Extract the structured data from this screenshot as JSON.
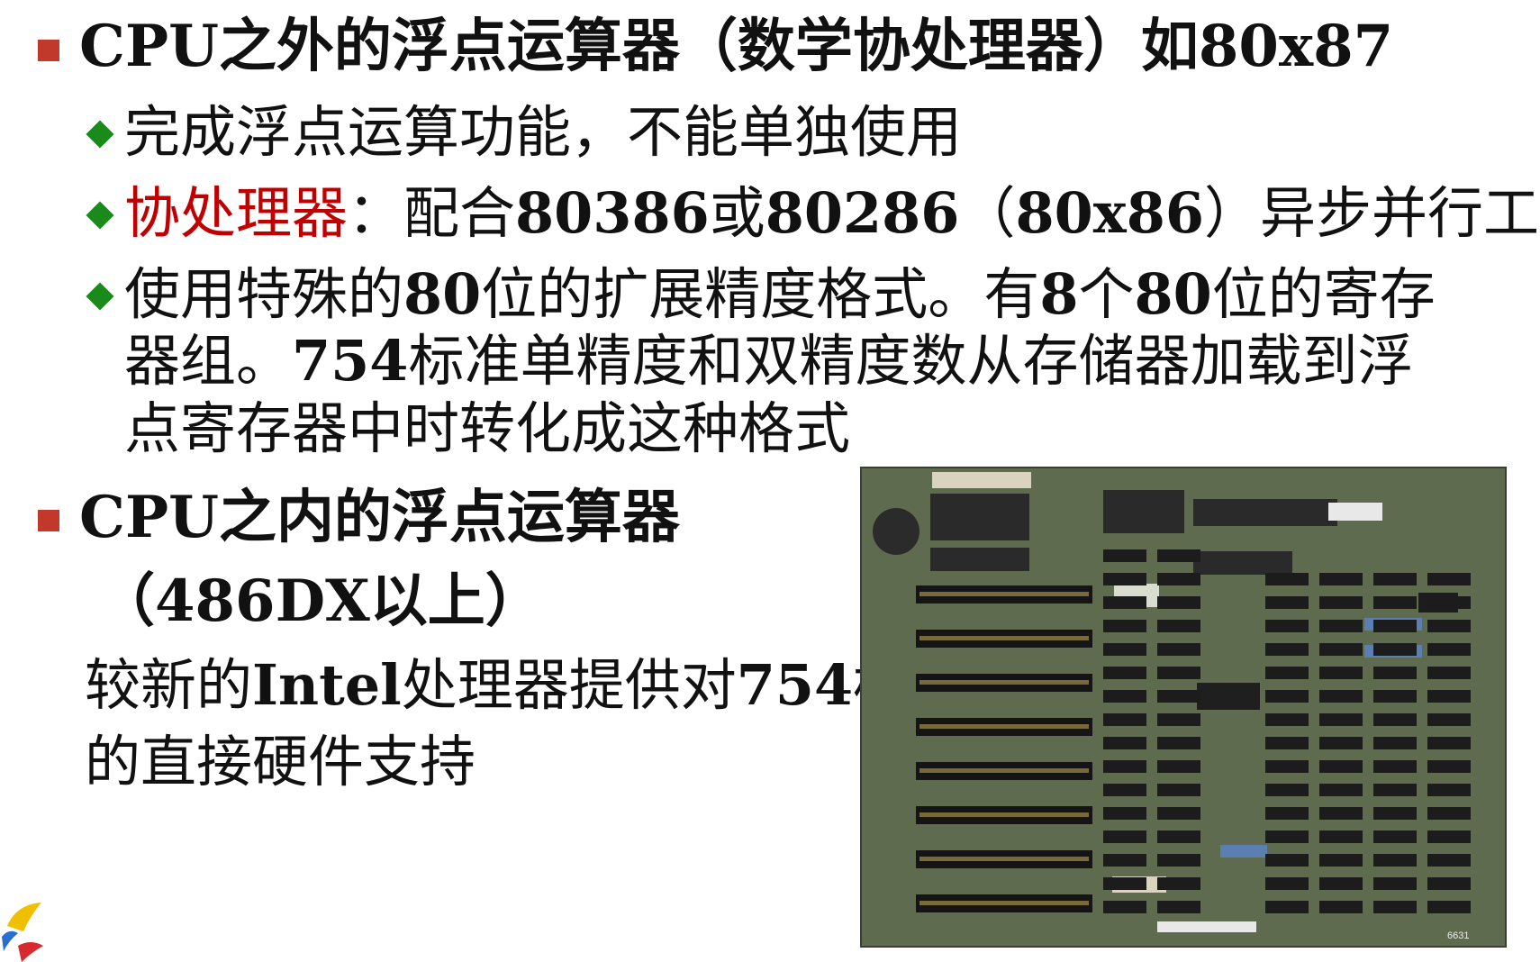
{
  "colors": {
    "bullet_square": "#c0392b",
    "bullet_diamond": "#1a8a1a",
    "highlight_red": "#c00000",
    "pcb_green": "#5f6b4e"
  },
  "slide": {
    "b1": {
      "cpu": "CPU",
      "text": "之外的浮点运算器（数学协处理器）如",
      "model": "80x87"
    },
    "s1": {
      "text": "完成浮点运算功能，不能单独使用"
    },
    "s2": {
      "term": "协处理器",
      "colon": "：配合",
      "n1": "80386",
      "or": "或",
      "n2": "80286",
      "paren_open": "（",
      "n3": "80x86",
      "paren_close": "）异步并行工作"
    },
    "s3": {
      "line1_a": "使用特殊的",
      "line1_n1": "80",
      "line1_b": "位的扩展精度格式。有",
      "line1_n2": "8",
      "line1_c": "个",
      "line1_n3": "80",
      "line1_d": "位的寄存",
      "line2_a": "器组。",
      "line2_n": "754",
      "line2_b": "标准单精度和双精度数从存储器加载到浮",
      "line3": "点寄存器中时转化成这种格式"
    },
    "b2": {
      "cpu": "CPU",
      "text": "之内的浮点运算器",
      "paren": "（486DX以上）"
    },
    "note": {
      "line1_a": "较新的",
      "line1_intel": "Intel",
      "line1_b": "处理器提供对",
      "line1_n": "754",
      "line1_c": "标准",
      "line2": "的直接硬件支持"
    },
    "board_label": "6631"
  }
}
